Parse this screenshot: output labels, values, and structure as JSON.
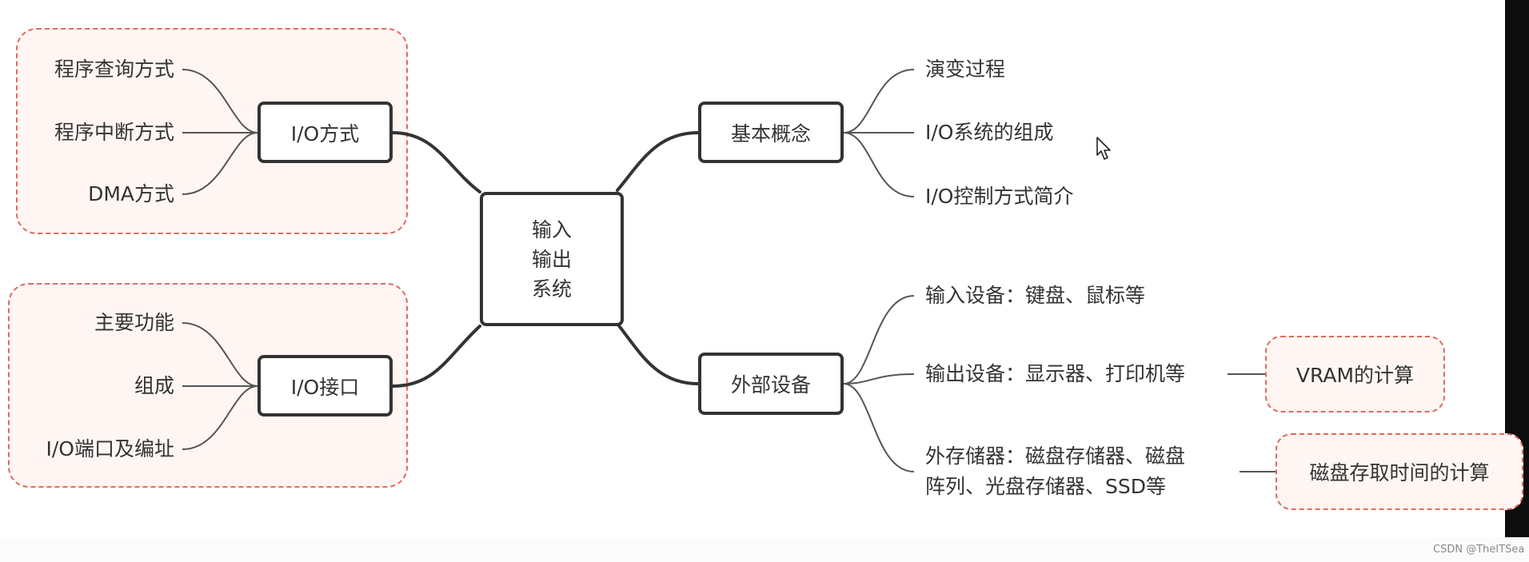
{
  "center": {
    "lines": [
      "输入",
      "输出",
      "系统"
    ]
  },
  "left_branches": [
    {
      "label": "I/O方式",
      "leaves": [
        "程序查询方式",
        "程序中断方式",
        "DMA方式"
      ]
    },
    {
      "label": "I/O接口",
      "leaves": [
        "主要功能",
        "组成",
        "I/O端口及编址"
      ]
    }
  ],
  "right_branches": [
    {
      "label": "基本概念",
      "leaves": [
        "演变过程",
        "I/O系统的组成",
        "I/O控制方式简介"
      ]
    },
    {
      "label": "外部设备",
      "leaves": [
        {
          "lines": [
            "输入设备：键盘、鼠标等"
          ]
        },
        {
          "lines": [
            "输出设备：显示器、打印机等"
          ],
          "callout": "VRAM的计算"
        },
        {
          "lines": [
            "外存储器：磁盘存储器、磁盘",
            "阵列、光盘存储器、SSD等"
          ],
          "callout": "磁盘存取时间的计算"
        }
      ]
    }
  ],
  "icons": {
    "cursor": "mouse-pointer-icon"
  },
  "colors": {
    "node_border": "#333333",
    "group_dash": "#e16a5c",
    "group_fill": "#fff6f4"
  },
  "watermark": "CSDN @TheITSea"
}
